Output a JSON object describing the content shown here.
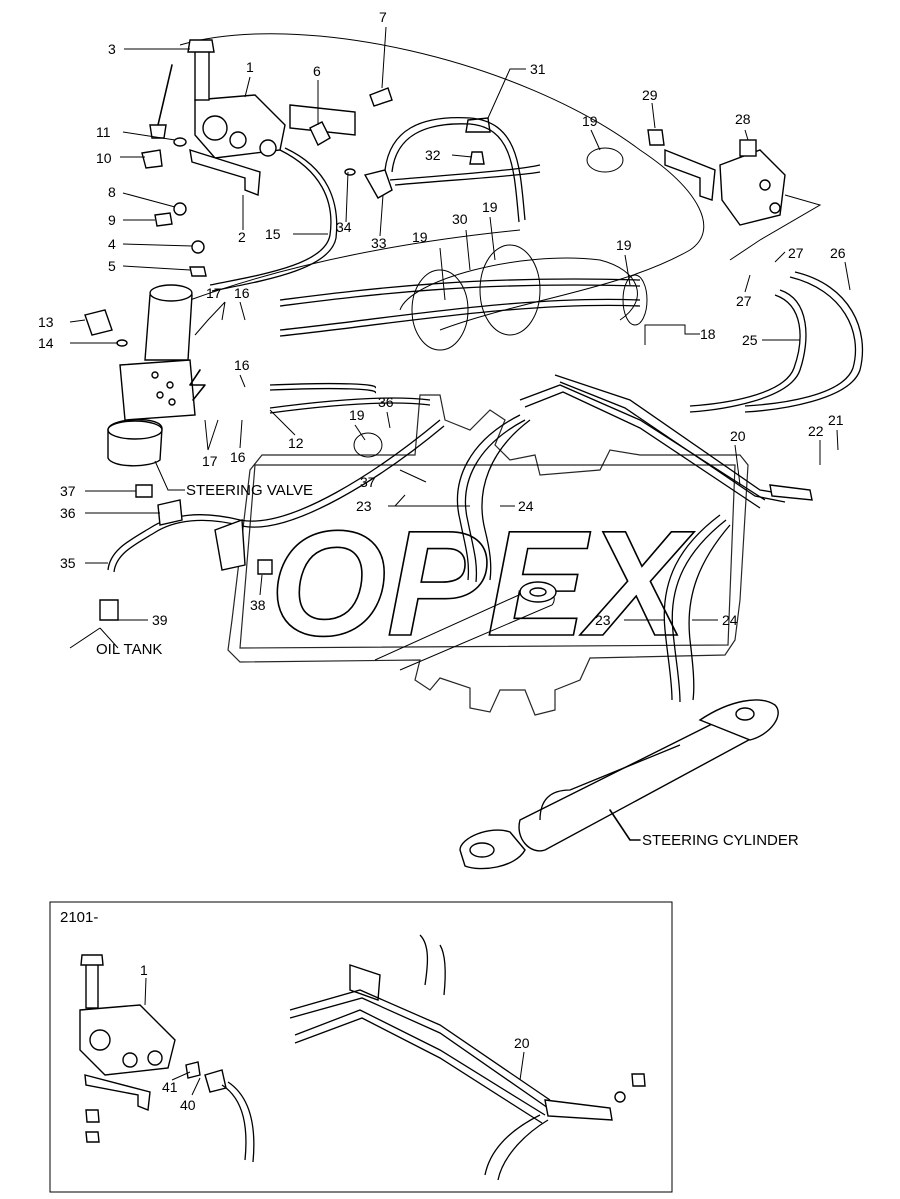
{
  "watermark": "OPEX",
  "captions": {
    "steering_valve": "STEERING VALVE",
    "oil_tank": "OIL TANK",
    "steering_cylinder": "STEERING CYLINDER",
    "inset_serial": "2101-"
  },
  "callouts": {
    "c1": "1",
    "c2": "2",
    "c3": "3",
    "c4": "4",
    "c5": "5",
    "c6": "6",
    "c7": "7",
    "c8": "8",
    "c9": "9",
    "c10": "10",
    "c11": "11",
    "c12": "12",
    "c13": "13",
    "c14": "14",
    "c15": "15",
    "c16": "16",
    "c17": "17",
    "c18": "18",
    "c19": "19",
    "c20": "20",
    "c21": "21",
    "c22": "22",
    "c23": "23",
    "c24": "24",
    "c25": "25",
    "c26": "26",
    "c27": "27",
    "c28": "28",
    "c29": "29",
    "c30": "30",
    "c31": "31",
    "c32": "32",
    "c33": "33",
    "c34": "34",
    "c35": "35",
    "c36": "36",
    "c37": "37",
    "c38": "38",
    "c39": "39",
    "c40": "40",
    "c41": "41"
  }
}
